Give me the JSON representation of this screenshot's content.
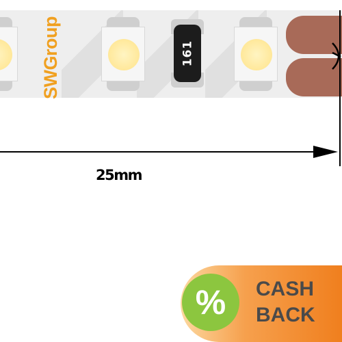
{
  "product": {
    "brand_text": "SWGroup",
    "resistor_code": "161",
    "dimension_label": "25mm",
    "colors": {
      "strip": "#eeeeee",
      "led_light": "#ffe89a",
      "brand": "#f0a020",
      "copper_pad": "#a86a58"
    }
  },
  "cashback": {
    "icon": "percent-icon",
    "icon_glyph": "%",
    "line1": "CASH",
    "line2": "BACK",
    "colors": {
      "circle": "#8cc63f",
      "gradient_start": "#fcd8a0",
      "gradient_end": "#f07f1e",
      "text": "#4a4a4a"
    }
  }
}
